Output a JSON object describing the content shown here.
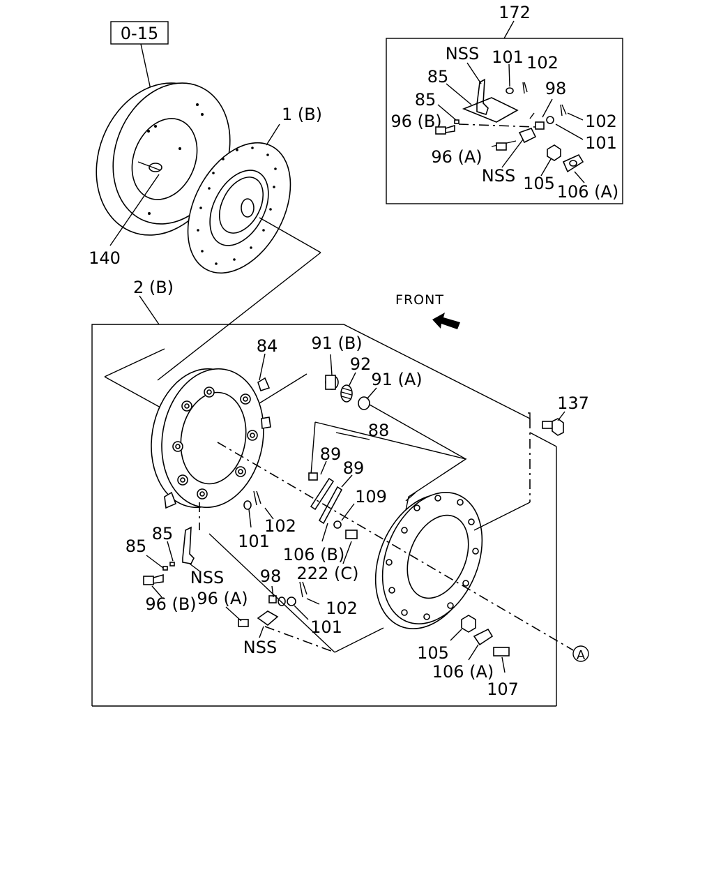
{
  "diagram": {
    "ref_box_label": "0-15",
    "front_label": "FRONT",
    "circle_ref": "A",
    "labels": {
      "l172": "172",
      "l1b": "1 (B)",
      "l140": "140",
      "l2b": "2 (B)",
      "box_nss_top": "NSS",
      "box_101a": "101",
      "box_102a": "102",
      "box_85a": "85",
      "box_98": "98",
      "box_85b": "85",
      "box_96b": "96 (B)",
      "box_102b": "102",
      "box_101b": "101",
      "box_96a": "96 (A)",
      "box_nss_bot": "NSS",
      "box_105": "105",
      "box_106a": "106 (A)",
      "l84": "84",
      "l91b": "91 (B)",
      "l92": "92",
      "l91a": "91 (A)",
      "l137": "137",
      "l88": "88",
      "l89a": "89",
      "l89b": "89",
      "l109": "109",
      "l102": "102",
      "l101": "101",
      "l106b": "106 (B)",
      "l222c": "222 (C)",
      "l85a": "85",
      "l85b": "85",
      "lnss1": "NSS",
      "l96b": "96 (B)",
      "l96a": "96 (A)",
      "l98": "98",
      "l102b": "102",
      "l101b": "101",
      "lnss2": "NSS",
      "l105": "105",
      "l106a": "106 (A)",
      "l107": "107"
    }
  }
}
